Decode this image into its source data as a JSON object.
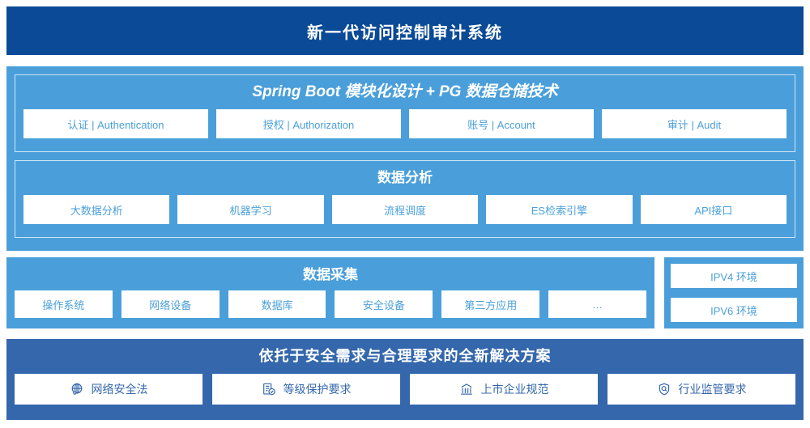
{
  "header": {
    "title": "新一代访问控制审计系统",
    "bg_color": "#0b4a96"
  },
  "architecture": {
    "panel_color": "#4a9fda",
    "core": {
      "title": "Spring Boot 模块化设计 + PG 数据仓储技术",
      "items": [
        {
          "label": "认证 | Authentication"
        },
        {
          "label": "授权 | Authorization"
        },
        {
          "label": "账号 | Account"
        },
        {
          "label": "审计 | Audit"
        }
      ]
    },
    "analytics": {
      "title": "数据分析",
      "items": [
        {
          "label": "大数据分析"
        },
        {
          "label": "机器学习"
        },
        {
          "label": "流程调度"
        },
        {
          "label": "ES检索引擎"
        },
        {
          "label": "API接口"
        }
      ]
    }
  },
  "collection": {
    "title": "数据采集",
    "items": [
      {
        "label": "操作系统"
      },
      {
        "label": "网络设备"
      },
      {
        "label": "数据库"
      },
      {
        "label": "安全设备"
      },
      {
        "label": "第三方应用"
      },
      {
        "label": "…"
      }
    ]
  },
  "environments": {
    "items": [
      {
        "label": "IPV4 环境"
      },
      {
        "label": "IPV6 环境"
      }
    ]
  },
  "compliance": {
    "title": "依托于安全需求与合理要求的全新解决方案",
    "panel_color": "#3467ac",
    "items": [
      {
        "label": "网络安全法",
        "icon": "globe-icon"
      },
      {
        "label": "等级保护要求",
        "icon": "document-check-icon"
      },
      {
        "label": "上市企业规范",
        "icon": "bank-building-icon"
      },
      {
        "label": "行业监管要求",
        "icon": "shield-search-icon"
      }
    ]
  }
}
